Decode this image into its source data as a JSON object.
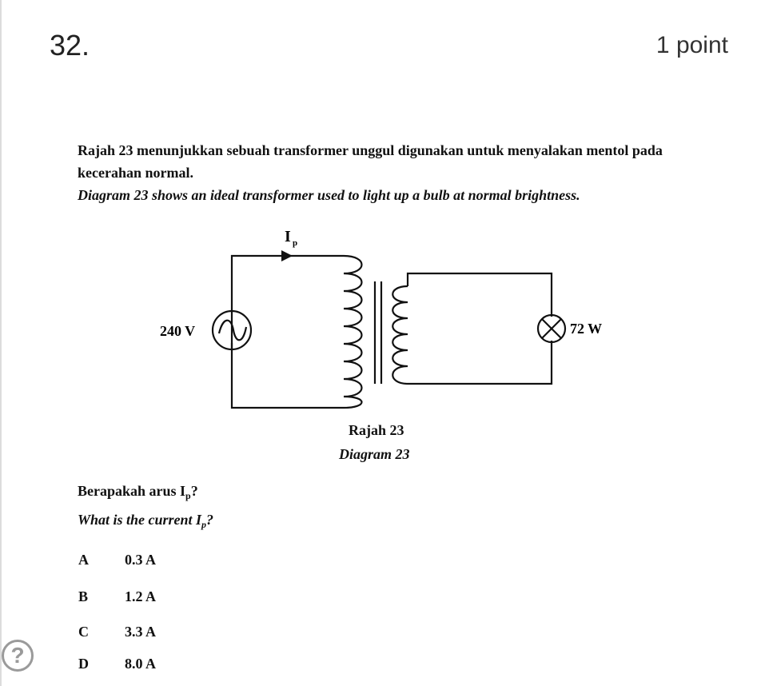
{
  "question": {
    "number": "32.",
    "points": "1 point"
  },
  "text": {
    "line1_ms": "Rajah 23 menunjukkan sebuah transformer unggul digunakan untuk menyalakan mentol pada",
    "line2_ms": "kecerahan normal.",
    "line3_en": "Diagram 23 shows an ideal transformer used to light up a bulb at normal brightness."
  },
  "diagram": {
    "current_label": "I",
    "current_subscript": "p",
    "voltage_label": "240 V",
    "bulb_label": "72 W",
    "caption_ms": "Rajah 23",
    "caption_en": "Diagram 23"
  },
  "prompt": {
    "ms_prefix": "Berapakah arus I",
    "ms_sub": "p",
    "ms_suffix": "?",
    "en_prefix": "What is the current I",
    "en_sub": "p",
    "en_suffix": "?"
  },
  "options": [
    {
      "letter": "A",
      "value": "0.3 A"
    },
    {
      "letter": "B",
      "value": "1.2 A"
    },
    {
      "letter": "C",
      "value": "3.3 A"
    },
    {
      "letter": "D",
      "value": "8.0 A"
    }
  ],
  "help_icon": "question-mark-icon"
}
